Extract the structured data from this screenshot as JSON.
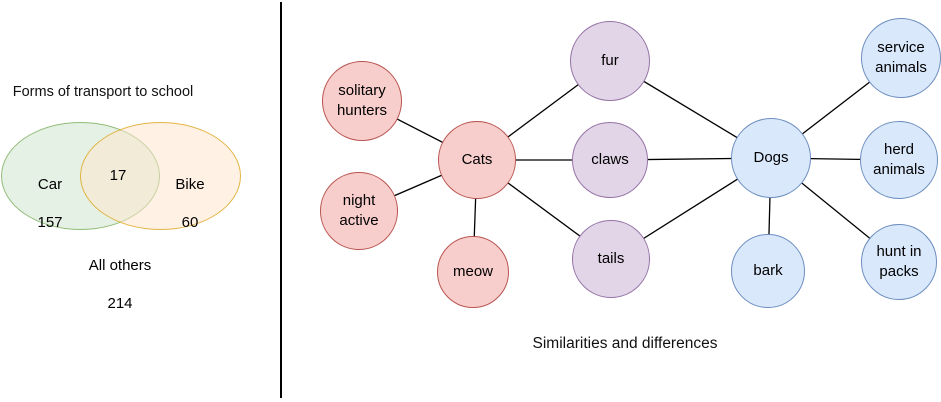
{
  "venn": {
    "title": "Forms of transport to school",
    "left_set": {
      "label": "Car",
      "value": "157"
    },
    "right_set": {
      "label": "Bike",
      "value": "60"
    },
    "overlap_value": "17",
    "outside": {
      "label": "All others",
      "value": "214"
    },
    "colors": {
      "left_fill": "#d5e8d4",
      "left_stroke": "#82b366",
      "right_fill": "#ffe6cc",
      "right_stroke": "#d79b00"
    }
  },
  "mindmap": {
    "caption": "Similarities and differences",
    "nodes": {
      "solitary_hunters": {
        "label": "solitary\nhunters",
        "group": "cats"
      },
      "night_active": {
        "label": "night\nactive",
        "group": "cats"
      },
      "meow": {
        "label": "meow",
        "group": "cats"
      },
      "cats": {
        "label": "Cats",
        "group": "cats"
      },
      "fur": {
        "label": "fur",
        "group": "shared"
      },
      "claws": {
        "label": "claws",
        "group": "shared"
      },
      "tails": {
        "label": "tails",
        "group": "shared"
      },
      "dogs": {
        "label": "Dogs",
        "group": "dogs"
      },
      "bark": {
        "label": "bark",
        "group": "dogs"
      },
      "service_animals": {
        "label": "service\nanimals",
        "group": "dogs"
      },
      "herd_animals": {
        "label": "herd\nanimals",
        "group": "dogs"
      },
      "hunt_in_packs": {
        "label": "hunt in\npacks",
        "group": "dogs"
      }
    },
    "edges": [
      [
        "cats",
        "solitary_hunters"
      ],
      [
        "cats",
        "night_active"
      ],
      [
        "cats",
        "meow"
      ],
      [
        "cats",
        "fur"
      ],
      [
        "cats",
        "claws"
      ],
      [
        "cats",
        "tails"
      ],
      [
        "dogs",
        "fur"
      ],
      [
        "dogs",
        "claws"
      ],
      [
        "dogs",
        "tails"
      ],
      [
        "dogs",
        "service_animals"
      ],
      [
        "dogs",
        "herd_animals"
      ],
      [
        "dogs",
        "hunt_in_packs"
      ],
      [
        "dogs",
        "bark"
      ]
    ],
    "colors": {
      "cats_fill": "#f8cecc",
      "cats_stroke": "#b85450",
      "shared_fill": "#e1d5e7",
      "shared_stroke": "#9673a6",
      "dogs_fill": "#dae8fc",
      "dogs_stroke": "#6c8ebf",
      "edge_stroke": "#000000"
    }
  }
}
